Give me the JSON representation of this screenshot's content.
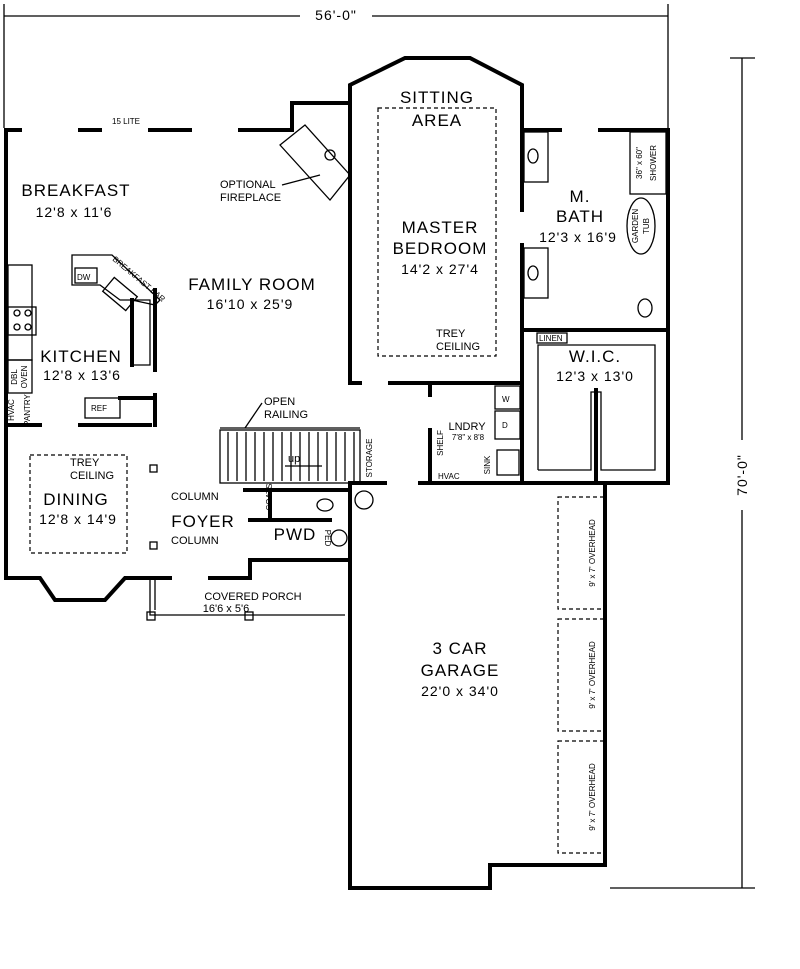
{
  "dimensions": {
    "width": "56'-0\"",
    "depth": "70'-0\""
  },
  "rooms": {
    "breakfast": {
      "name": "BREAKFAST",
      "size": "12'8 x 11'6"
    },
    "family_room": {
      "name": "FAMILY ROOM",
      "size": "16'10 x 25'9"
    },
    "kitchen": {
      "name": "KITCHEN",
      "size": "12'8 x 13'6"
    },
    "dining": {
      "name": "DINING",
      "size": "12'8 x 14'9"
    },
    "foyer": {
      "name": "FOYER"
    },
    "pwd": {
      "name": "PWD"
    },
    "porch": {
      "name": "COVERED PORCH",
      "size": "16'6 x 5'6"
    },
    "sitting": {
      "name1": "SITTING",
      "name2": "AREA"
    },
    "master": {
      "name1": "MASTER",
      "name2": "BEDROOM",
      "size": "14'2 x 27'4"
    },
    "mbath": {
      "name1": "M.",
      "name2": "BATH",
      "size": "12'3 x 16'9"
    },
    "wic": {
      "name": "W.I.C.",
      "size": "12'3 x 13'0"
    },
    "laundry": {
      "name": "LNDRY",
      "size": "7'8\" x 8'8"
    },
    "garage": {
      "name1": "3 CAR",
      "name2": "GARAGE",
      "size": "22'0 x 34'0"
    }
  },
  "labels": {
    "lite": "15 LITE",
    "fireplace1": "OPTIONAL",
    "fireplace2": "FIREPLACE",
    "breakfast_bar": "BREAKFAST BAR",
    "dw": "DW",
    "dbl_oven1": "DBL",
    "dbl_oven2": "OVEN",
    "hvac": "HVAC",
    "pantry": "PANTRY",
    "ref": "REF",
    "trey1": "TREY",
    "trey2": "CEILING",
    "column": "COLUMN",
    "open_railing1": "OPEN",
    "open_railing2": "RAILING",
    "up": "up",
    "storage": "STORAGE",
    "coats": "COATS",
    "ped": "PED",
    "shelf": "SHELF",
    "sink": "SINK",
    "w": "W",
    "d": "D",
    "linen": "LINEN",
    "shower1": "36\" x 60\"",
    "shower2": "SHOWER",
    "garden": "GARDEN",
    "tub": "TUB",
    "overhead": "9' x 7'   OVERHEAD"
  }
}
